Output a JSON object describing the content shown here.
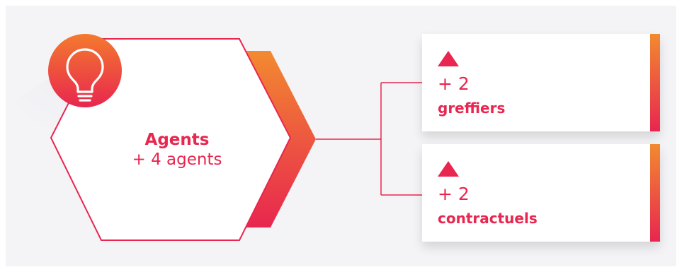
{
  "hexagon": {
    "title": "Agents",
    "subtitle": "+ 4 agents",
    "icon": "lightbulb-icon"
  },
  "cards": [
    {
      "indicator": "up-triangle-icon",
      "value": "+ 2",
      "label": "greffiers"
    },
    {
      "indicator": "up-triangle-icon",
      "value": "+ 2",
      "label": "contractuels"
    }
  ],
  "colors": {
    "accent": "#e8264f",
    "gradient_start": "#f28a30",
    "gradient_end": "#e8264f",
    "background": "#f4f4f7"
  }
}
